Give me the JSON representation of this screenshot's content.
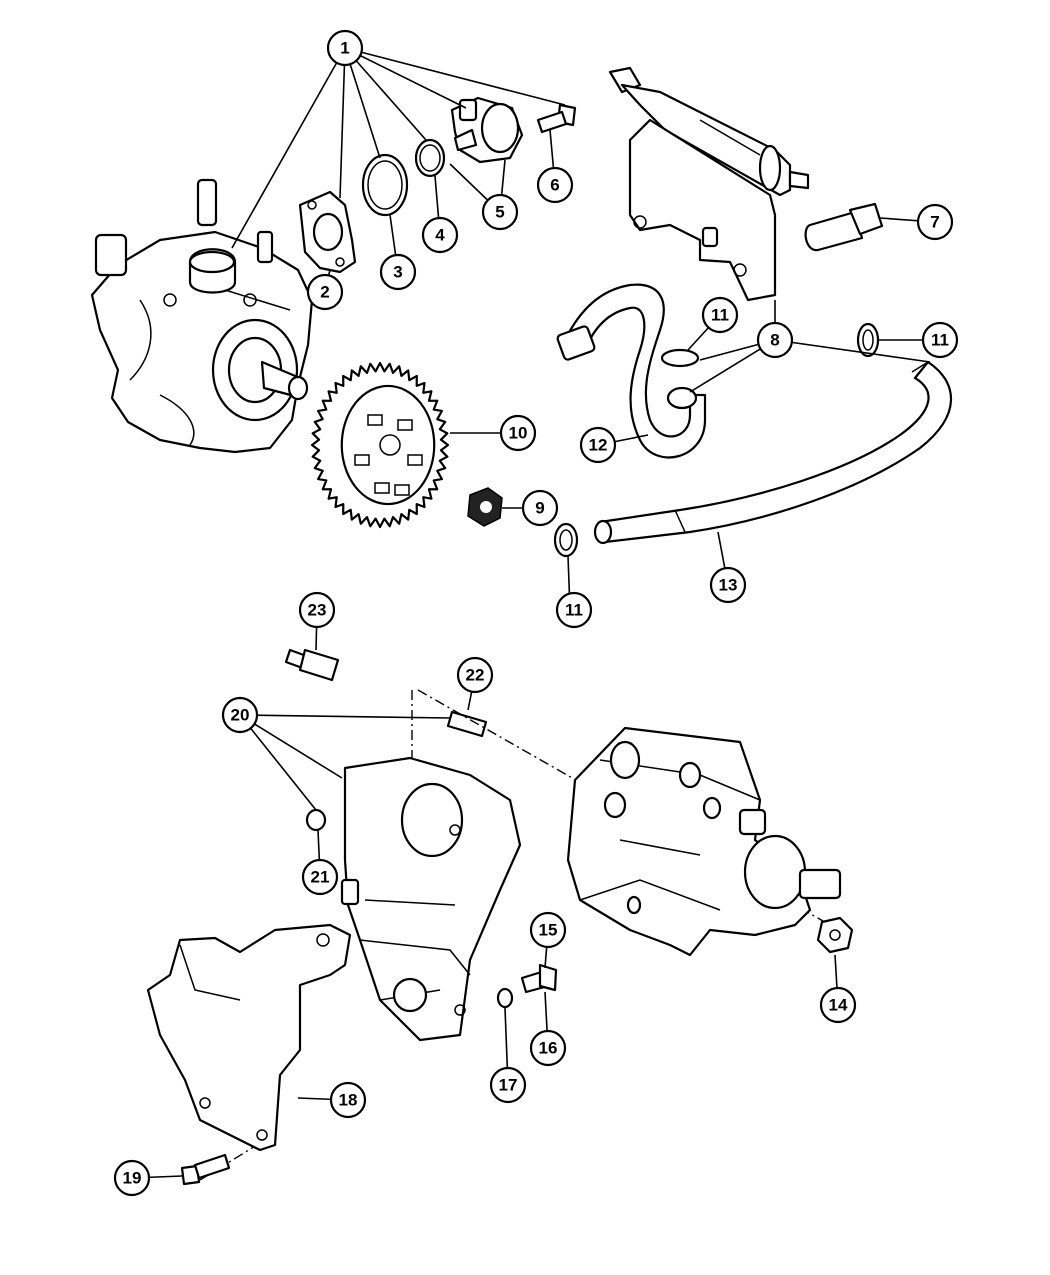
{
  "callouts": [
    {
      "id": "1",
      "label": "1"
    },
    {
      "id": "2",
      "label": "2"
    },
    {
      "id": "3",
      "label": "3"
    },
    {
      "id": "4",
      "label": "4"
    },
    {
      "id": "5",
      "label": "5"
    },
    {
      "id": "6",
      "label": "6"
    },
    {
      "id": "7",
      "label": "7"
    },
    {
      "id": "8",
      "label": "8"
    },
    {
      "id": "9",
      "label": "9"
    },
    {
      "id": "10",
      "label": "10"
    },
    {
      "id": "11a",
      "label": "11"
    },
    {
      "id": "11b",
      "label": "11"
    },
    {
      "id": "11c",
      "label": "11"
    },
    {
      "id": "12",
      "label": "12"
    },
    {
      "id": "13",
      "label": "13"
    },
    {
      "id": "14",
      "label": "14"
    },
    {
      "id": "15",
      "label": "15"
    },
    {
      "id": "16",
      "label": "16"
    },
    {
      "id": "17",
      "label": "17"
    },
    {
      "id": "18",
      "label": "18"
    },
    {
      "id": "19",
      "label": "19"
    },
    {
      "id": "20",
      "label": "20"
    },
    {
      "id": "21",
      "label": "21"
    },
    {
      "id": "22",
      "label": "22"
    },
    {
      "id": "23",
      "label": "23"
    }
  ]
}
